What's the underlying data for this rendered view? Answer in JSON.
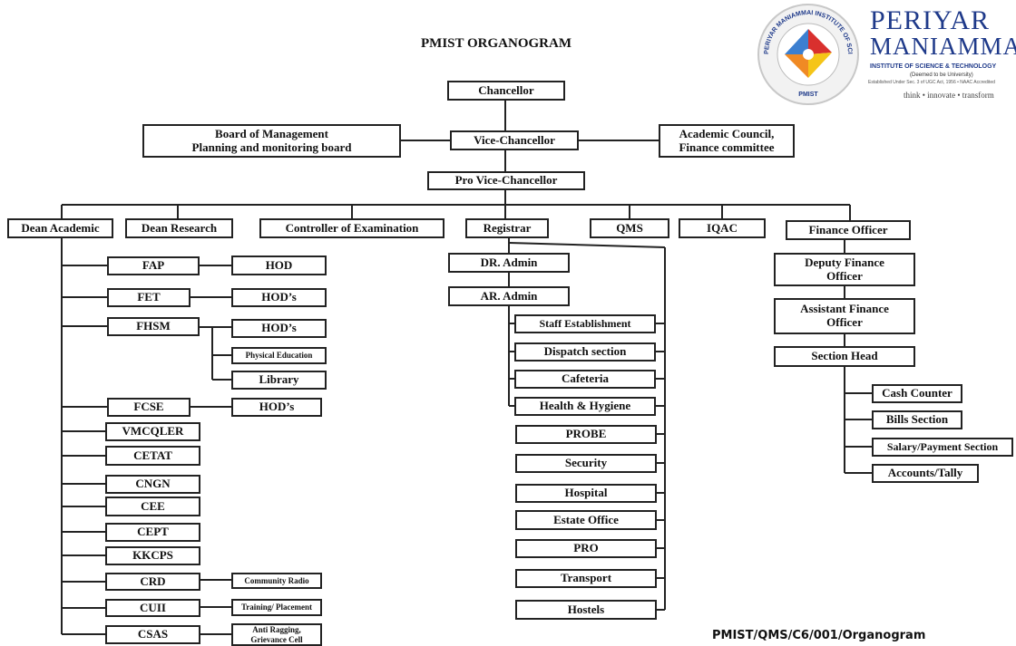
{
  "title": "PMIST ORGANOGRAM",
  "footer": "PMIST/QMS/C6/001/Organogram",
  "logo": {
    "seal_text": "PERIYAR MANIAMMAI INSTITUTE OF SCIENCE & TECHNOLOGY",
    "seal_bottom": "PMIST",
    "name_line1": "PERIYAR",
    "name_line2": "MANIAMMAI",
    "subtitle": "INSTITUTE OF SCIENCE & TECHNOLOGY",
    "deemed": "(Deemed to be University)",
    "established": "Established Under Sec. 3 of UGC Act, 1956 • NAAC Accredited",
    "tagline": "think • innovate • transform"
  },
  "colors": {
    "brand": "#1f3a8a",
    "seal_ring": "#e0e0e0",
    "quadrant_blue": "#3b7fd0",
    "quadrant_orange": "#f08a24",
    "quadrant_red": "#d9302e",
    "quadrant_yellow": "#f5c518"
  },
  "nodes": {
    "chancellor": "Chancellor",
    "vice_chancellor": "Vice-Chancellor",
    "board": "Board of Management\nPlanning and monitoring board",
    "academic_council": "Academic Council,\nFinance committee",
    "pro_vc": "Pro Vice-Chancellor",
    "dean_academic": "Dean Academic",
    "dean_research": "Dean Research",
    "coe": "Controller of Examination",
    "registrar": "Registrar",
    "qms": "QMS",
    "iqac": "IQAC",
    "finance_officer": "Finance Officer",
    "fap": "FAP",
    "fet": "FET",
    "fhsm": "FHSM",
    "fcse": "FCSE",
    "vmcqler": "VMCQLER",
    "cetat": "CETAT",
    "cngn": "CNGN",
    "cee": "CEE",
    "cept": "CEPT",
    "kkcps": "KKCPS",
    "crd": "CRD",
    "cuii": "CUII",
    "csas": "CSAS",
    "hod_fap": "HOD",
    "hods_fet": "HOD’s",
    "hods_fhsm": "HOD’s",
    "physical_education": "Physical Education",
    "library": "Library",
    "hods_fcse": "HOD’s",
    "community_radio": "Community Radio",
    "training_placement": "Training/ Placement",
    "anti_ragging": "Anti Ragging,\nGrievance Cell",
    "dr_admin": "DR. Admin",
    "ar_admin": "AR. Admin",
    "staff_establishment": "Staff Establishment",
    "dispatch_section": "Dispatch section",
    "cafeteria": "Cafeteria",
    "health_hygiene": "Health & Hygiene",
    "probe": "PROBE",
    "security": "Security",
    "hospital": "Hospital",
    "estate_office": "Estate Office",
    "pro": "PRO",
    "transport": "Transport",
    "hostels": "Hostels",
    "deputy_finance": "Deputy Finance\nOfficer",
    "assistant_finance": "Assistant Finance\nOfficer",
    "section_head": "Section Head",
    "cash_counter": "Cash Counter",
    "bills_section": "Bills Section",
    "salary_payment": "Salary/Payment Section",
    "accounts_tally": "Accounts/Tally"
  }
}
